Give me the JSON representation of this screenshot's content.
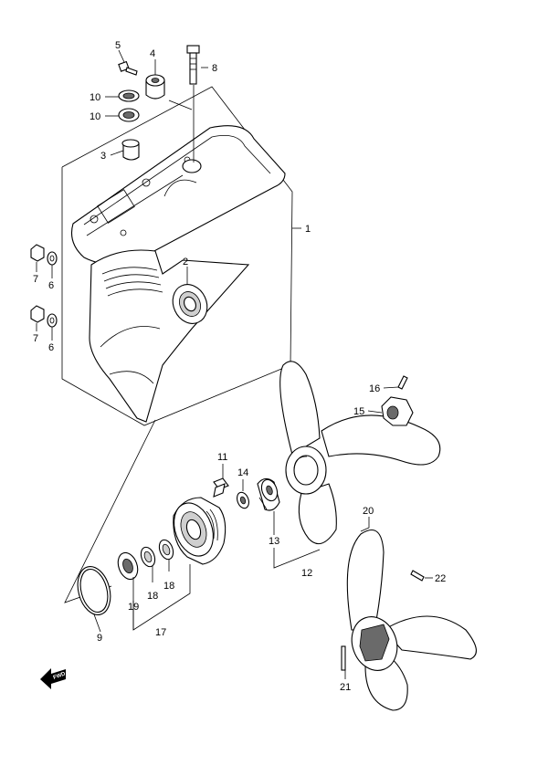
{
  "callouts": {
    "p1": "1",
    "p2": "2",
    "p3": "3",
    "p4": "4",
    "p5": "5",
    "p6a": "6",
    "p6b": "6",
    "p7a": "7",
    "p7b": "7",
    "p8": "8",
    "p9": "9",
    "p10a": "10",
    "p10b": "10",
    "p11": "11",
    "p12": "12",
    "p13": "13",
    "p14": "14",
    "p15": "15",
    "p16": "16",
    "p17": "17",
    "p18a": "18",
    "p18b": "18",
    "p19": "19",
    "p20": "20",
    "p21": "21",
    "p22": "22"
  },
  "fwd_badge": "FWD"
}
